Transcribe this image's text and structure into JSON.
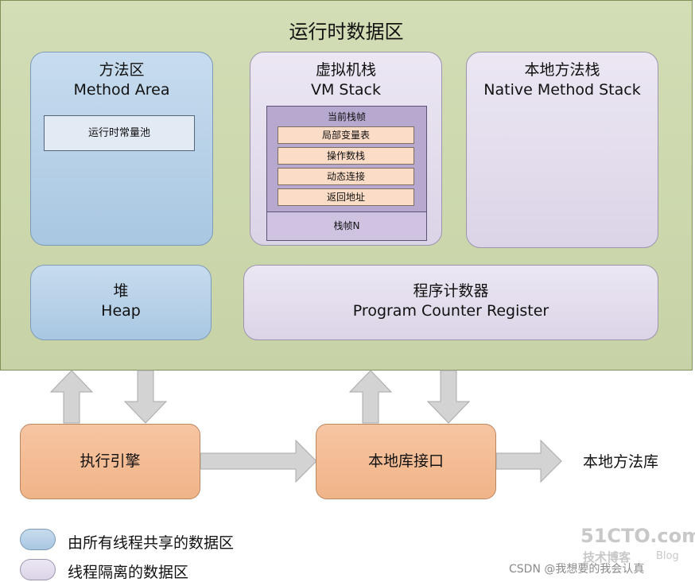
{
  "runtime": {
    "title": "运行时数据区"
  },
  "method_area": {
    "title_cn": "方法区",
    "title_en": "Method Area",
    "constant_pool": "运行时常量池"
  },
  "vm_stack": {
    "title_cn": "虚拟机栈",
    "title_en": "VM Stack",
    "current_frame": "当前栈帧",
    "frame_slots": [
      "局部变量表",
      "操作数栈",
      "动态连接",
      "返回地址"
    ],
    "frame_n": "栈帧N"
  },
  "native_stack": {
    "title_cn": "本地方法栈",
    "title_en": "Native Method Stack"
  },
  "heap": {
    "title_cn": "堆",
    "title_en": "Heap"
  },
  "pc_register": {
    "title_cn": "程序计数器",
    "title_en": "Program Counter Register"
  },
  "execution_engine": {
    "label": "执行引擎"
  },
  "native_interface": {
    "label": "本地库接口"
  },
  "native_library": {
    "label": "本地方法库"
  },
  "legend": {
    "shared": "由所有线程共享的数据区",
    "isolated": "线程隔离的数据区"
  },
  "watermark": {
    "csdn": "CSDN @我想要的我会认真",
    "site": "51CTO.com",
    "blog_cn": "技术博客",
    "blog_en": "Blog"
  },
  "colors": {
    "runtime_bg": "#cbd6ab",
    "shared": "#b8d2ea",
    "isolated": "#e2dcec",
    "engine": "#f3bd95",
    "arrow": "#d0d0d0"
  }
}
